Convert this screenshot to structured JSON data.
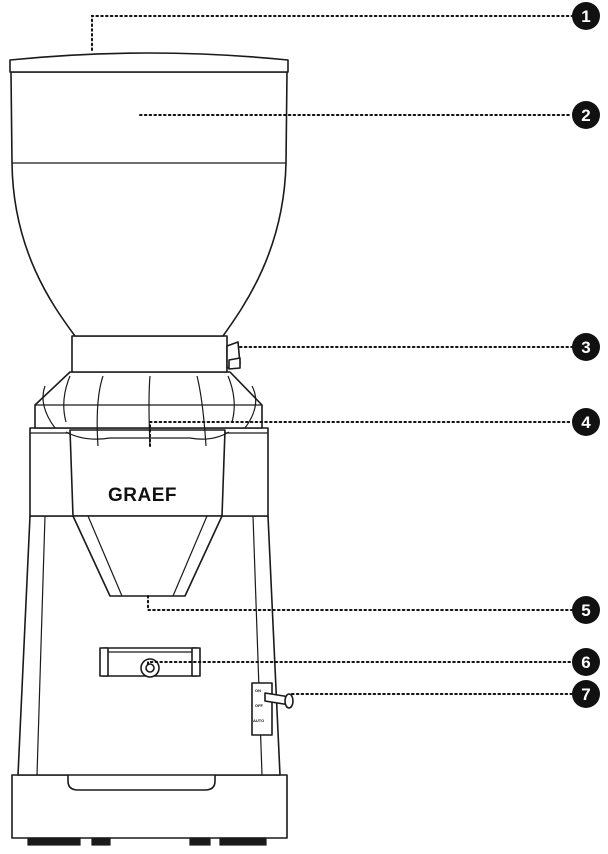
{
  "brand": "GRAEF",
  "switch_labels": [
    "ON",
    "OFF",
    "AUTO"
  ],
  "callouts": [
    "1",
    "2",
    "3",
    "4",
    "5",
    "6",
    "7"
  ],
  "colors": {
    "ink": "#111111",
    "outline": "#1a1a1a",
    "background": "#ffffff"
  }
}
